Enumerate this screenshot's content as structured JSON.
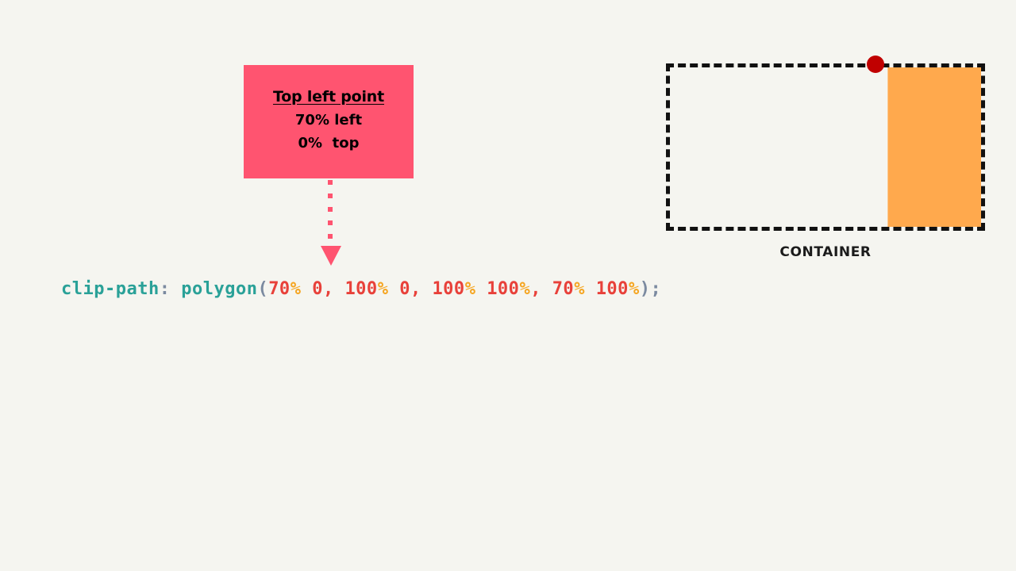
{
  "page": {
    "background_color": "#f5f5f0"
  },
  "callout": {
    "name": "top-left-point-callout",
    "background_color": "#ff5470",
    "title": "Top left point",
    "line_left": "70% left",
    "line_top": "0%  top"
  },
  "connector": {
    "color": "#ff5470",
    "style": "dotted-line-with-arrowhead",
    "direction": "down"
  },
  "demo": {
    "container_label": "CONTAINER",
    "border_color": "#111111",
    "border_style": "dashed",
    "shape_color": "#ffa94d",
    "point_marker_color": "#c00000",
    "clip_path": "polygon(70% 0, 100% 0, 100% 100%, 70% 100%)",
    "marker_position": {
      "left_percent": "70%",
      "top_percent": "0%"
    }
  },
  "code": {
    "property": "clip-path",
    "colon": ":",
    "space": " ",
    "function": "polygon",
    "open_paren": "(",
    "close_paren": ")",
    "semicolon": ";",
    "comma": ",",
    "percent": "%",
    "points": [
      {
        "x_value": "70",
        "x_unit": "%",
        "y_value": "0",
        "y_unit": ""
      },
      {
        "x_value": "100",
        "x_unit": "%",
        "y_value": "0",
        "y_unit": ""
      },
      {
        "x_value": "100",
        "x_unit": "%",
        "y_value": "100",
        "y_unit": "%"
      },
      {
        "x_value": "70",
        "x_unit": "%",
        "y_value": "100",
        "y_unit": "%"
      }
    ],
    "full_text": "clip-path: polygon(70% 0, 100% 0, 100% 100%, 70% 100%);",
    "colors": {
      "property": "#2aa198",
      "function": "#2aa198",
      "punctuation": "#7b8aa0",
      "number": "#e8413a",
      "unit": "#f5a623"
    }
  }
}
